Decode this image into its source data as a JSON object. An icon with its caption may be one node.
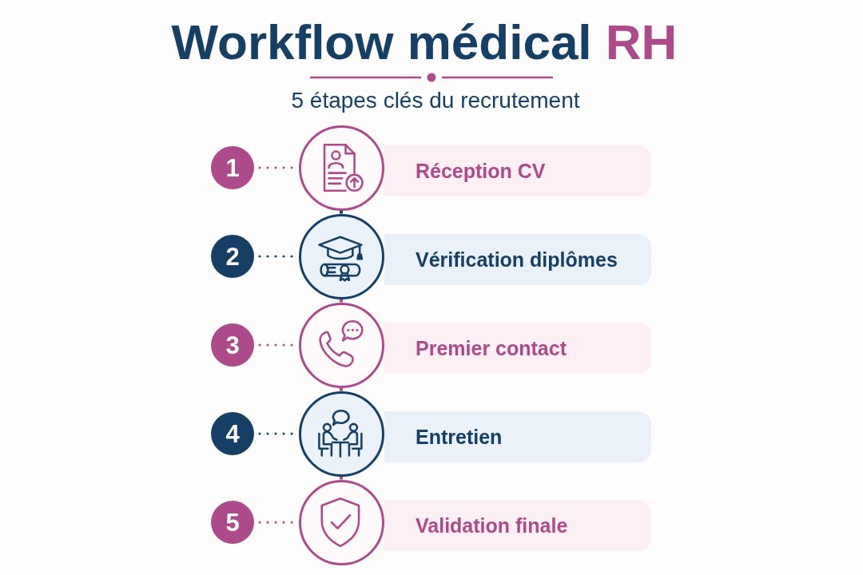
{
  "diagram": {
    "title": "Workflow médical RH",
    "nodes": [
      {
        "text": [
          "1"
        ]
      },
      {
        "text": [],
        "shape": "circle"
      },
      {
        "text": [
          "Réception CV"
        ]
      },
      {
        "text": [
          "2"
        ]
      },
      {
        "text": [],
        "shape": "circle"
      },
      {
        "text": [
          "Vérification diplômes"
        ]
      },
      {
        "text": [
          "3"
        ]
      },
      {
        "text": [],
        "shape": "circle"
      },
      {
        "text": [
          "Premier contact"
        ]
      },
      {
        "text": [
          "4"
        ]
      },
      {
        "text": [],
        "shape": "circle"
      },
      {
        "text": [
          "Entretien"
        ]
      },
      {
        "text": [
          "5"
        ]
      },
      {
        "text": [],
        "shape": "circle"
      },
      {
        "text": [
          "Validation finale"
        ]
      }
    ],
    "edges": [
      {
        "from": 0,
        "to": 1,
        "arrow": "none",
        "style": "dashed"
      },
      {
        "from": 3,
        "to": 4,
        "arrow": "none",
        "style": "dashed",
        "color": "#163f66"
      },
      {
        "from": 6,
        "to": 7,
        "arrow": "none",
        "style": "dashed"
      },
      {
        "from": 9,
        "to": 10,
        "arrow": "none",
        "style": "dashed",
        "color": "#163f66"
      },
      {
        "from": 12,
        "to": 13,
        "arrow": "none",
        "style": "dashed"
      },
      {
        "from": 1,
        "to": 4,
        "arrow": "none",
        "color": "#163f66"
      },
      {
        "from": 4,
        "to": 7,
        "arrow": "none"
      },
      {
        "from": 7,
        "to": 10,
        "arrow": "none"
      },
      {
        "from": 10,
        "to": 13,
        "arrow": "none"
      }
    ],
    "labels": [
      "5 étapes clés du recrutement"
    ]
  }
}
